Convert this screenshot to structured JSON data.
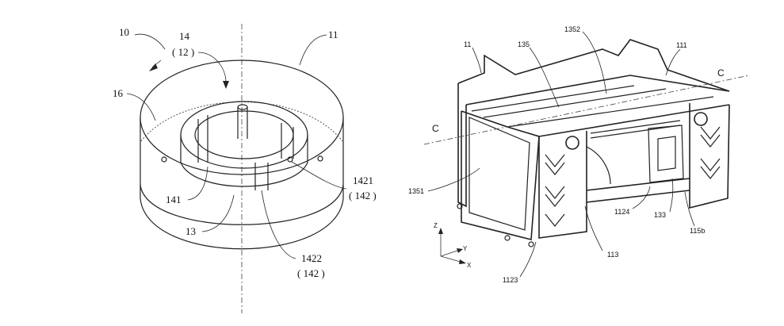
{
  "left_figure": {
    "labels": {
      "l10": "10",
      "l14": "14",
      "l12": "( 12 )",
      "l11": "11",
      "l16": "16",
      "l1421": "1421",
      "l142a": "( 142 )",
      "l141": "141",
      "l13": "13",
      "l1422": "1422",
      "l142b": "( 142 )"
    }
  },
  "right_figure": {
    "labels": {
      "r11": "11",
      "r135": "135",
      "r1352": "1352",
      "r111": "111",
      "rc1": "C",
      "rc2": "C",
      "r1351": "1351",
      "r1124": "1124",
      "r133": "133",
      "r115b": "115b",
      "r113": "113",
      "r1123": "1123",
      "rz": "Z",
      "ry": "Y",
      "rx": "X"
    }
  }
}
